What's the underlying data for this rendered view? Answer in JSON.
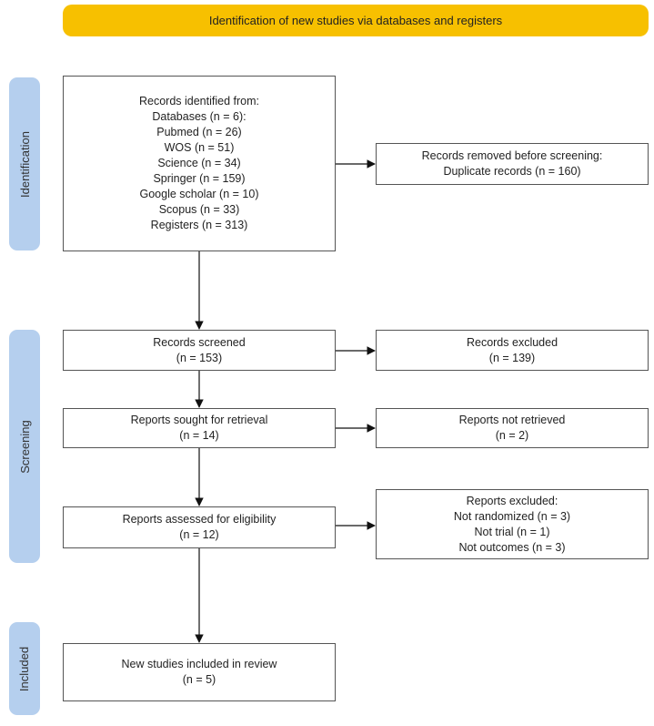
{
  "header": {
    "title": "Identification of new studies via databases and registers"
  },
  "phases": {
    "identification": "Identification",
    "screening": "Screening",
    "included": "Included"
  },
  "boxes": {
    "identified": {
      "lines": [
        "Records identified from:",
        "Databases (n = 6):",
        "Pubmed (n = 26)",
        "WOS (n = 51)",
        "Science (n = 34)",
        "Springer (n = 159)",
        "Google scholar (n = 10)",
        "Scopus (n = 33)",
        "Registers (n = 313)"
      ]
    },
    "removed": {
      "lines": [
        "Records removed before screening:",
        "Duplicate records (n = 160)"
      ]
    },
    "screened": {
      "lines": [
        "Records screened",
        "(n = 153)"
      ]
    },
    "excluded": {
      "lines": [
        "Records excluded",
        "(n = 139)"
      ]
    },
    "sought": {
      "lines": [
        "Reports sought for retrieval",
        "(n = 14)"
      ]
    },
    "not_retrieved": {
      "lines": [
        "Reports not retrieved",
        "(n = 2)"
      ]
    },
    "assessed": {
      "lines": [
        "Reports assessed for eligibility",
        "(n = 12)"
      ]
    },
    "reports_excluded": {
      "lines": [
        "Reports excluded:",
        "Not randomized (n = 3)",
        "Not trial (n = 1)",
        "Not outcomes (n = 3)"
      ]
    },
    "included": {
      "lines": [
        "New studies included in review",
        "(n = 5)"
      ]
    }
  },
  "colors": {
    "header": "#F7C000",
    "phase": "#B5CFEE",
    "border": "#555555"
  }
}
